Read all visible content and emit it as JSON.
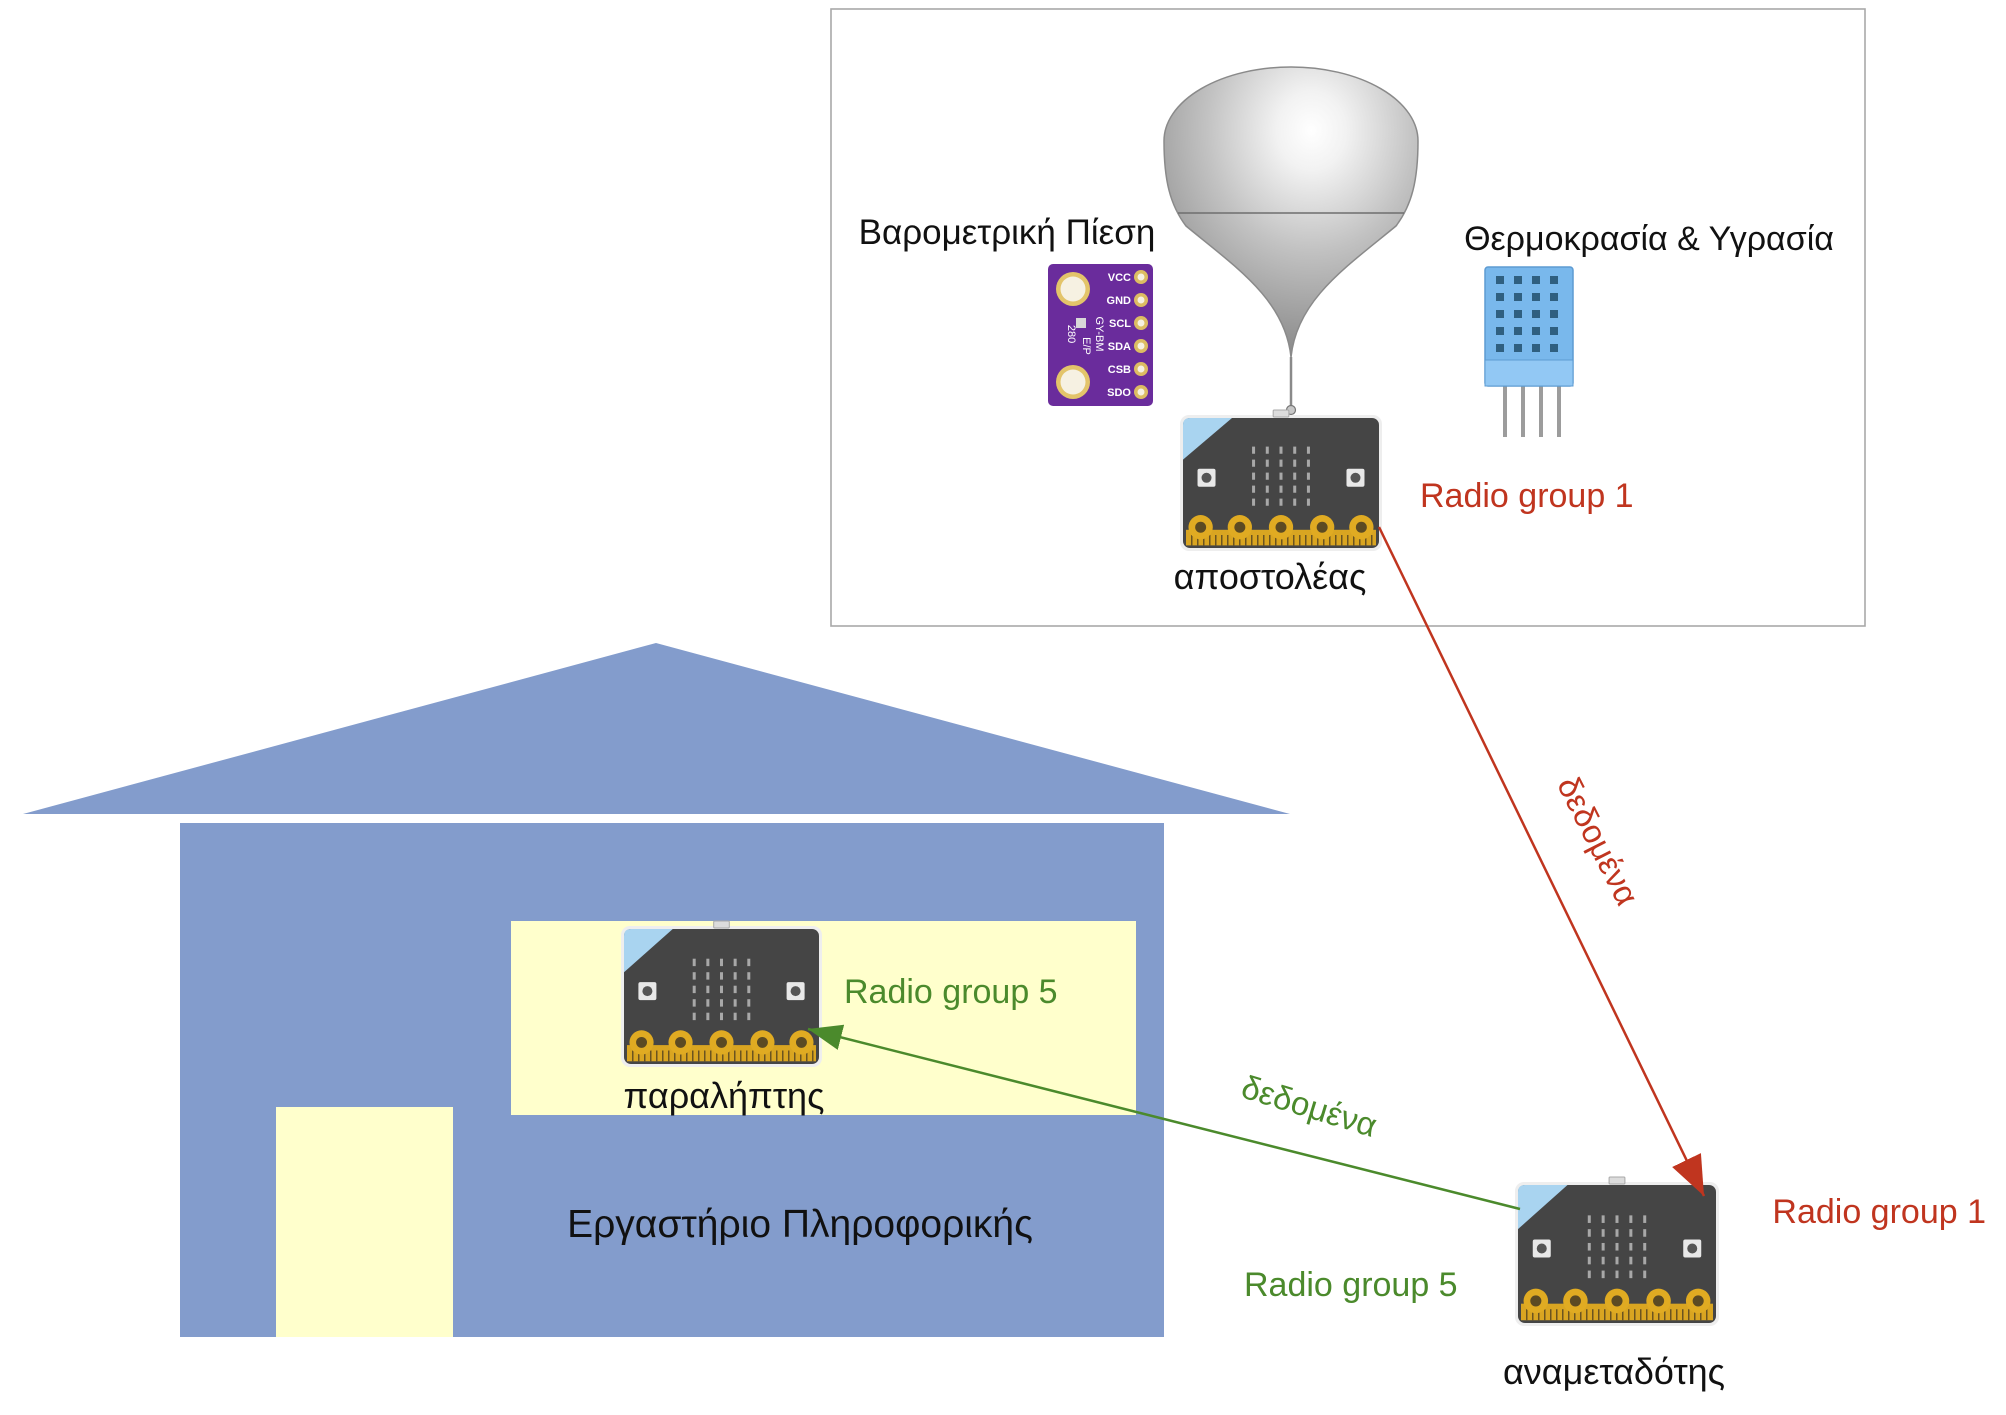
{
  "diagram": {
    "sensors": {
      "pressure_label": "Βαρομετρική Πίεση",
      "temp_humidity_label": "Θερμοκρασία & Υγρασία",
      "bmp280_pins": [
        "VCC",
        "GND",
        "SCL",
        "SDA",
        "CSB",
        "SDO"
      ],
      "bmp280_chip_label": [
        "GY-BM",
        "E/P",
        "280"
      ]
    },
    "sender": {
      "label": "αποστολέας",
      "radio_group": "Radio group 1"
    },
    "relay": {
      "label": "αναμεταδότης",
      "radio_group_in": "Radio group 1",
      "radio_group_out": "Radio group 5"
    },
    "receiver": {
      "label": "παραλήπτης",
      "radio_group": "Radio group 5"
    },
    "building_label": "Εργαστήριο Πληροφορικής",
    "links": [
      {
        "label": "δεδομένα",
        "color": "#c0351f"
      },
      {
        "label": "δεδομένα",
        "color": "#4b8a2c"
      }
    ]
  },
  "colors": {
    "radio_group_1": "#c0351f",
    "radio_group_5": "#4b8a2c",
    "building": "#839ccc",
    "window_door": "#ffffcc",
    "balloon": "#a0a0a0",
    "bmp280_board": "#6a2c9c",
    "dht_sensor": "#79b8ec",
    "microbit_board": "#454545"
  },
  "icons": [
    "weather-balloon-icon",
    "bmp280-sensor-icon",
    "dht-sensor-icon",
    "microbit-icon",
    "building-icon"
  ]
}
